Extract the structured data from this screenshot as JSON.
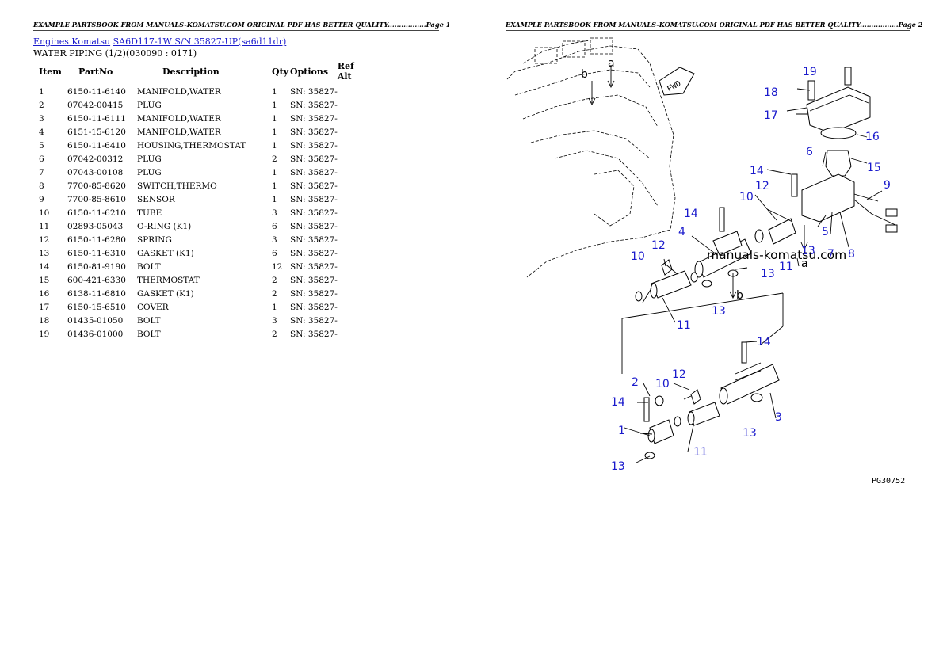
{
  "page1_header": "EXAMPLE PARTSBOOK FROM MANUALS-KOMATSU.COM ORIGINAL PDF HAS BETTER QUALITY.................Page 1",
  "page2_header": "EXAMPLE PARTSBOOK FROM MANUALS-KOMATSU.COM ORIGINAL PDF HAS BETTER QUALITY.................Page 2",
  "breadcrumb": {
    "link1": "Engines Komatsu",
    "link2": "SA6D117-1W S/N 35827-UP(sa6d11dr)"
  },
  "section_title": "WATER PIPING (1/2)(030090 : 0171)",
  "columns": {
    "item": "Item",
    "partno": "PartNo",
    "description": "Description",
    "qty": "Qty",
    "options": "Options",
    "refalt": "Ref Alt"
  },
  "parts": [
    {
      "item": "1",
      "partno": "6150-11-6140",
      "description": "MANIFOLD,WATER",
      "qty": "1",
      "options": "SN: 35827-"
    },
    {
      "item": "2",
      "partno": "07042-00415",
      "description": "PLUG",
      "qty": "1",
      "options": "SN: 35827-"
    },
    {
      "item": "3",
      "partno": "6150-11-6111",
      "description": "MANIFOLD,WATER",
      "qty": "1",
      "options": "SN: 35827-"
    },
    {
      "item": "4",
      "partno": "6151-15-6120",
      "description": "MANIFOLD,WATER",
      "qty": "1",
      "options": "SN: 35827-"
    },
    {
      "item": "5",
      "partno": "6150-11-6410",
      "description": "HOUSING,THERMOSTAT",
      "qty": "1",
      "options": "SN: 35827-"
    },
    {
      "item": "6",
      "partno": "07042-00312",
      "description": "PLUG",
      "qty": "2",
      "options": "SN: 35827-"
    },
    {
      "item": "7",
      "partno": "07043-00108",
      "description": "PLUG",
      "qty": "1",
      "options": "SN: 35827-"
    },
    {
      "item": "8",
      "partno": "7700-85-8620",
      "description": "SWITCH,THERMO",
      "qty": "1",
      "options": "SN: 35827-"
    },
    {
      "item": "9",
      "partno": "7700-85-8610",
      "description": "SENSOR",
      "qty": "1",
      "options": "SN: 35827-"
    },
    {
      "item": "10",
      "partno": "6150-11-6210",
      "description": "TUBE",
      "qty": "3",
      "options": "SN: 35827-"
    },
    {
      "item": "11",
      "partno": "02893-05043",
      "description": "O-RING (K1)",
      "qty": "6",
      "options": "SN: 35827-"
    },
    {
      "item": "12",
      "partno": "6150-11-6280",
      "description": "SPRING",
      "qty": "3",
      "options": "SN: 35827-"
    },
    {
      "item": "13",
      "partno": "6150-11-6310",
      "description": "GASKET (K1)",
      "qty": "6",
      "options": "SN: 35827-"
    },
    {
      "item": "14",
      "partno": "6150-81-9190",
      "description": "BOLT",
      "qty": "12",
      "options": "SN: 35827-"
    },
    {
      "item": "15",
      "partno": "600-421-6330",
      "description": "THERMOSTAT",
      "qty": "2",
      "options": "SN: 35827-"
    },
    {
      "item": "16",
      "partno": "6138-11-6810",
      "description": "GASKET (K1)",
      "qty": "2",
      "options": "SN: 35827-"
    },
    {
      "item": "17",
      "partno": "6150-15-6510",
      "description": "COVER",
      "qty": "1",
      "options": "SN: 35827-"
    },
    {
      "item": "18",
      "partno": "01435-01050",
      "description": "BOLT",
      "qty": "3",
      "options": "SN: 35827-"
    },
    {
      "item": "19",
      "partno": "01436-01000",
      "description": "BOLT",
      "qty": "2",
      "options": "SN: 35827-"
    }
  ],
  "diagram": {
    "watermark": "manuals-komatsu.com",
    "figure_code": "PG30752",
    "fwd_label": "FWD",
    "letters": [
      "a",
      "b",
      "a",
      "b"
    ],
    "callouts": [
      "19",
      "18",
      "17",
      "16",
      "15",
      "6",
      "14",
      "10",
      "12",
      "9",
      "14",
      "4",
      "5",
      "7",
      "8",
      "13",
      "12",
      "10",
      "11",
      "13",
      "13",
      "11",
      "14",
      "12",
      "2",
      "10",
      "14",
      "3",
      "1",
      "13",
      "11",
      "13"
    ]
  },
  "colors": {
    "link": "#1a1acc",
    "callout": "#1a1acc"
  }
}
